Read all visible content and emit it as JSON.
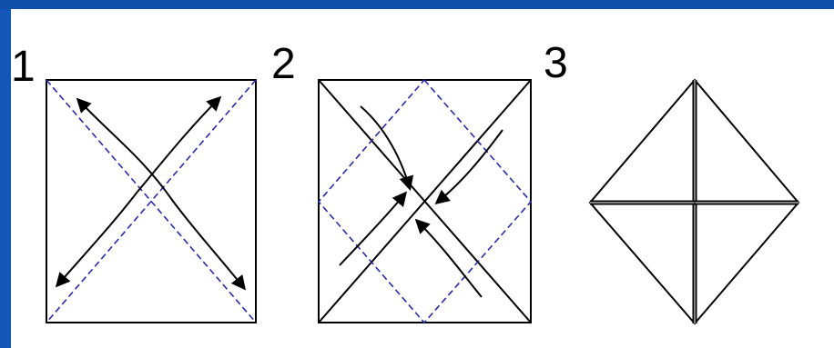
{
  "diagram": {
    "steps": [
      {
        "number": "1"
      },
      {
        "number": "2"
      },
      {
        "number": "3"
      }
    ]
  },
  "colors": {
    "slide_background": "#1557b8",
    "paper": "#ffffff",
    "fold_line": "#000000",
    "crease_dashed": "#2b2ba6"
  }
}
